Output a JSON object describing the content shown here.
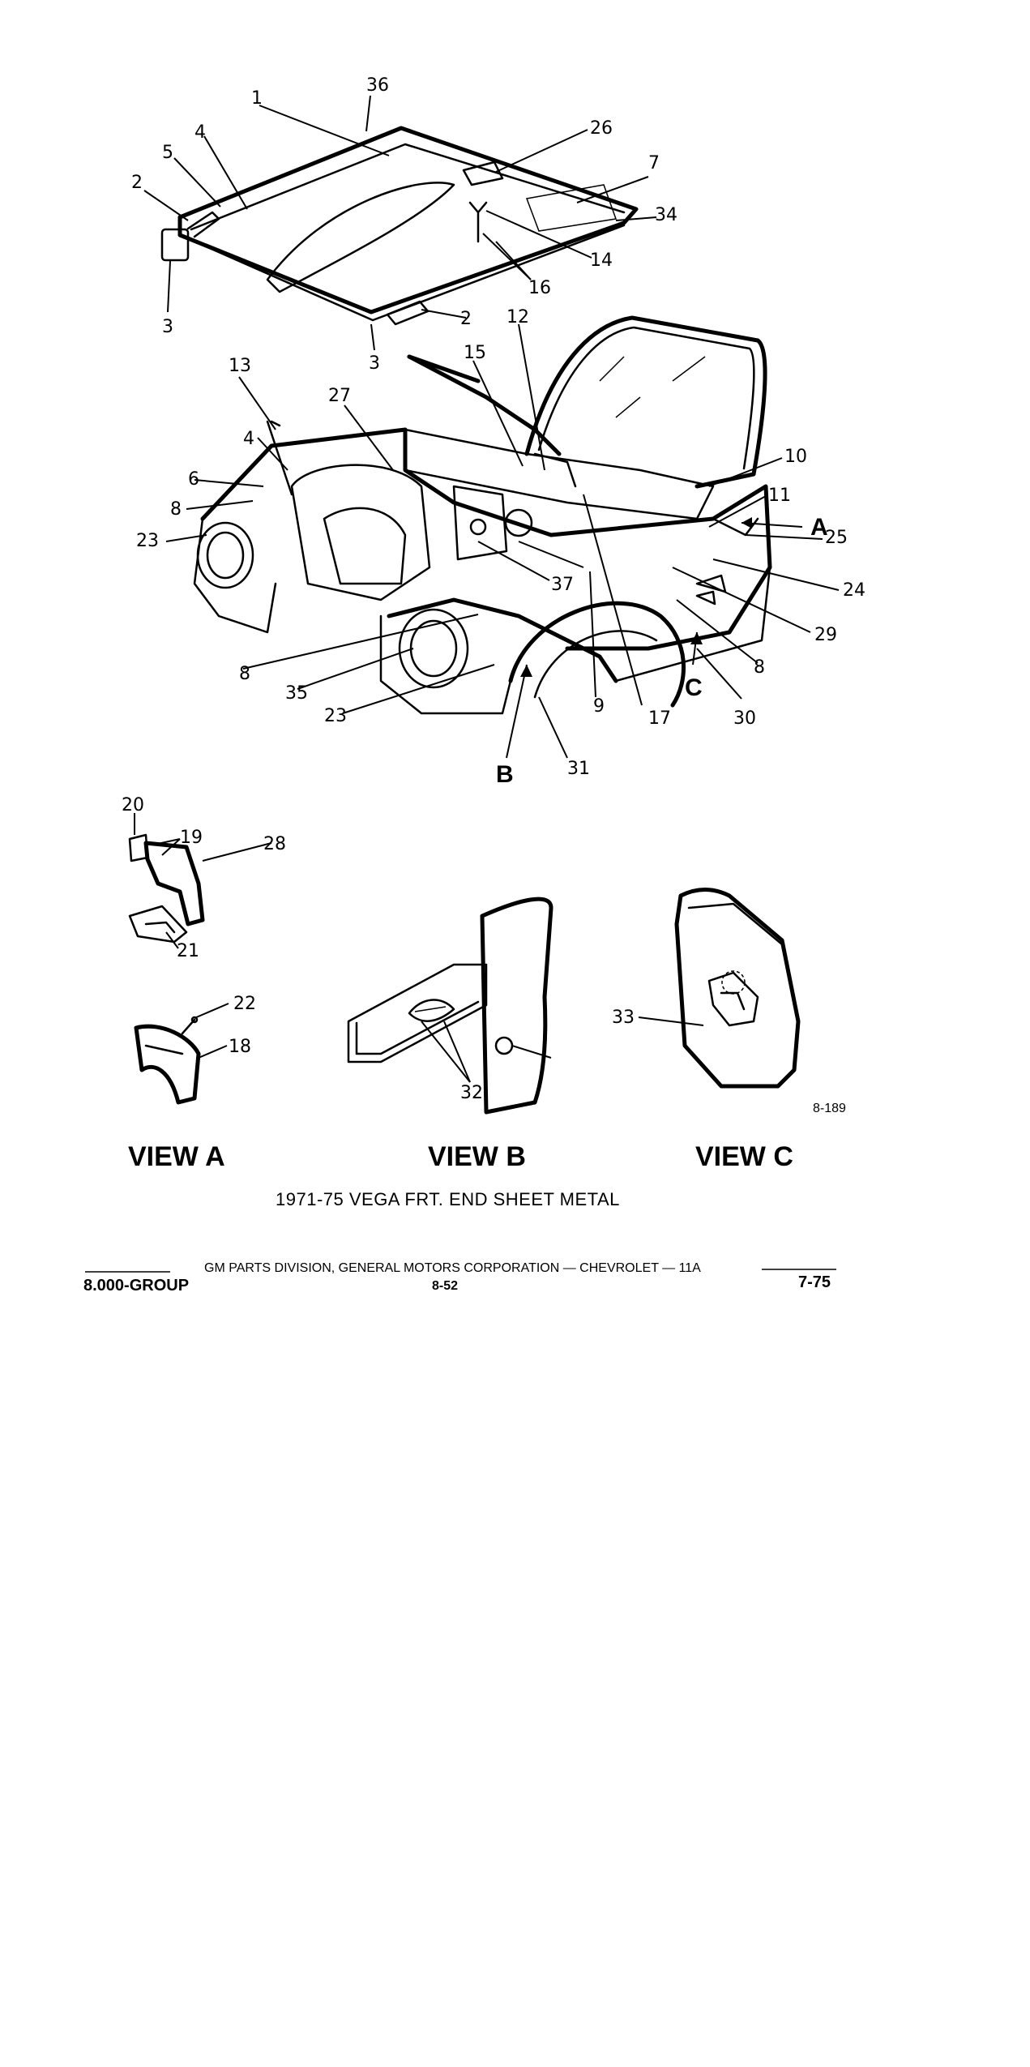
{
  "figure_code": "8-189",
  "caption": "1971-75 VEGA FRT. END SHEET METAL",
  "views": [
    "VIEW A",
    "VIEW B",
    "VIEW C"
  ],
  "view_markers": [
    "A",
    "B",
    "C"
  ],
  "callouts": [
    "1",
    "2",
    "3",
    "4",
    "5",
    "6",
    "7",
    "8",
    "9",
    "10",
    "11",
    "12",
    "13",
    "14",
    "15",
    "16",
    "17",
    "18",
    "19",
    "20",
    "21",
    "22",
    "23",
    "24",
    "25",
    "26",
    "27",
    "28",
    "29",
    "30",
    "31",
    "32",
    "33",
    "34",
    "35",
    "36",
    "37"
  ],
  "footer": {
    "group": "8.000-GROUP",
    "publisher": "GM PARTS DIVISION, GENERAL MOTORS CORPORATION — CHEVROLET — 11A",
    "page": "8-52",
    "date": "7-75"
  }
}
